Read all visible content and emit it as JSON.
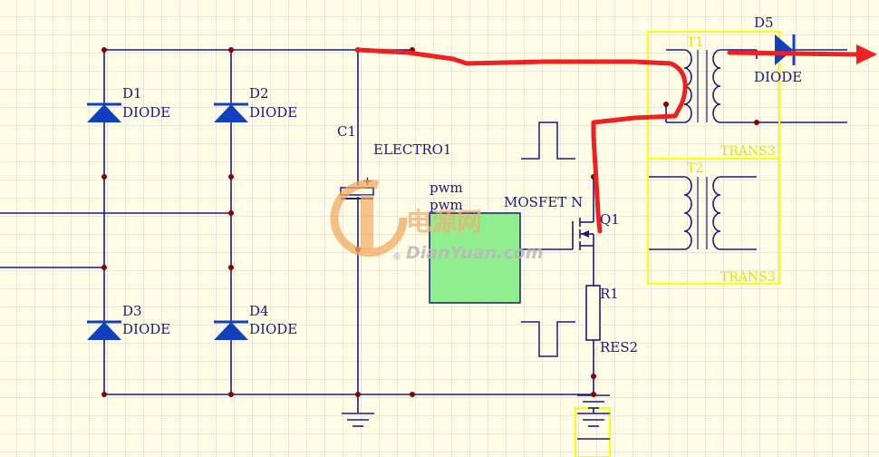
{
  "colors": {
    "background": "#fffde6",
    "grid": "#d4d4d4",
    "wire": "#1a1a7a",
    "junction": "#8b0000",
    "diode_fill": "#1040c0",
    "component_box": "#ffff00",
    "pwm_block": "#90ee90",
    "annotation": "#ee2020",
    "ground_ext": "#e8e000"
  },
  "components": {
    "d1": {
      "ref": "D1",
      "type": "DIODE"
    },
    "d2": {
      "ref": "D2",
      "type": "DIODE"
    },
    "d3": {
      "ref": "D3",
      "type": "DIODE"
    },
    "d4": {
      "ref": "D4",
      "type": "DIODE"
    },
    "d5": {
      "ref": "D5",
      "type": "DIODE"
    },
    "c1": {
      "ref": "C1",
      "type": "ELECTRO1",
      "polarity": "+"
    },
    "pwm": {
      "line1": "pwm",
      "line2": "pwm"
    },
    "q1": {
      "ref": "Q1",
      "type": "MOSFET N"
    },
    "r1": {
      "ref": "R1",
      "type": "RES2"
    },
    "t1": {
      "ref": "T1",
      "type": "TRANS3"
    },
    "t2": {
      "ref": "T2",
      "type": "TRANS3"
    }
  },
  "watermark": {
    "chinese": "电源网",
    "english": "DianYuan.com",
    "registered": "®"
  },
  "icons": [
    "diode-symbol",
    "capacitor-symbol",
    "mosfet-symbol",
    "resistor-symbol",
    "transformer-symbol",
    "ground-symbol",
    "arrow-icon",
    "watermark-logo-icon"
  ]
}
